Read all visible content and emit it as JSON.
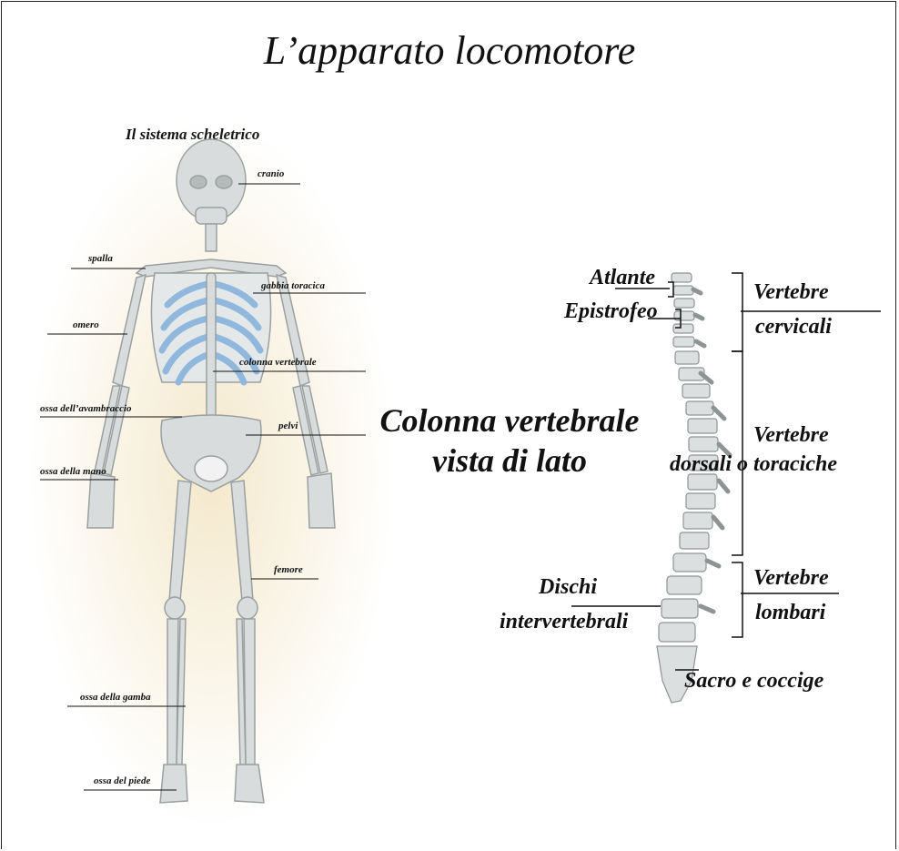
{
  "title": "L’apparato locomotore",
  "skeleton": {
    "heading": "Il sistema scheletrico",
    "labels": {
      "cranio": "cranio",
      "spalla": "spalla",
      "gabbia": "gabbia toracica",
      "omero": "omero",
      "colonna": "colonna vertebrale",
      "avambraccio": "ossa dell’avambraccio",
      "pelvi": "pelvi",
      "mano": "ossa della mano",
      "femore": "femore",
      "gamba": "ossa della gamba",
      "piede": "ossa del piede"
    }
  },
  "spine": {
    "heading_line1": "Colonna vertebrale",
    "heading_line2": "vista di lato",
    "labels": {
      "atlante": "Atlante",
      "epistrofeo": "Epistrofeo",
      "cervicali_1": "Vertebre",
      "cervicali_2": "cervicali",
      "dorsali_1": "Vertebre",
      "dorsali_2": "dorsali o toraciche",
      "dischi_1": "Dischi",
      "dischi_2": "intervertebrali",
      "lombari_1": "Vertebre",
      "lombari_2": "lombari",
      "sacro": "Sacro e coccige"
    }
  },
  "colors": {
    "bone": "#d9dcdc",
    "bone_edge": "#9aa0a0",
    "ribs": "#8fb8dc",
    "halo": "#f3e6c6"
  }
}
